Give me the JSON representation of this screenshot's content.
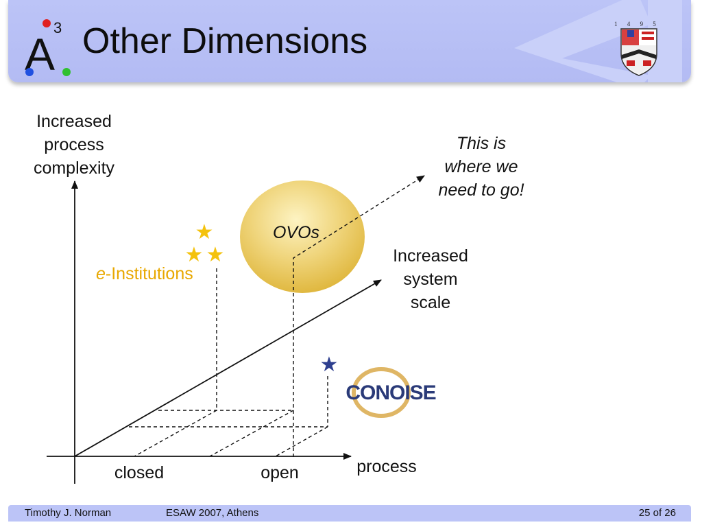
{
  "header": {
    "title": "Other Dimensions"
  },
  "logo": {
    "glyph": "A",
    "superscript": "3"
  },
  "crest": {
    "years": "1 4 9 5"
  },
  "diagram": {
    "y_axis_label": "Increased\nprocess\ncomplexity",
    "diag_axis_label": "Increased\nsystem\nscale",
    "x_axis_label": "process",
    "tick_closed": "closed",
    "tick_open": "open",
    "goal_text": "This is\nwhere we\nneed to go!",
    "ovos_label": "OVOs",
    "einst_prefix": "e",
    "einst_label": "-Institutions",
    "conoise_label": "CONOISE",
    "colors": {
      "star_yellow": "#f4c20d",
      "star_blue": "#2e3f8f",
      "ovos_fill": "#e8c85a",
      "einst_text": "#e8a800"
    }
  },
  "footer": {
    "author": "Timothy J. Norman",
    "event": "ESAW 2007, Athens",
    "page": "25 of 26"
  }
}
